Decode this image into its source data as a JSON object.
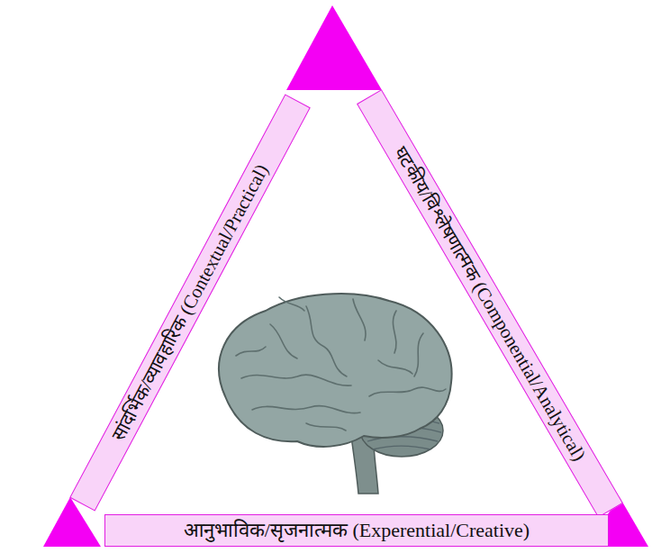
{
  "diagram": {
    "nodes": [
      {
        "text": [
          "सांदर्भिक/व्यावहारिक (Contextual/Practical)"
        ]
      },
      {
        "text": [
          "घटकीय/विश्लेषणात्मक (Componential/Analytical)"
        ]
      },
      {
        "text": [
          "आनुभाविक/सृजनात्मक (Experential/Creative)"
        ]
      }
    ]
  }
}
